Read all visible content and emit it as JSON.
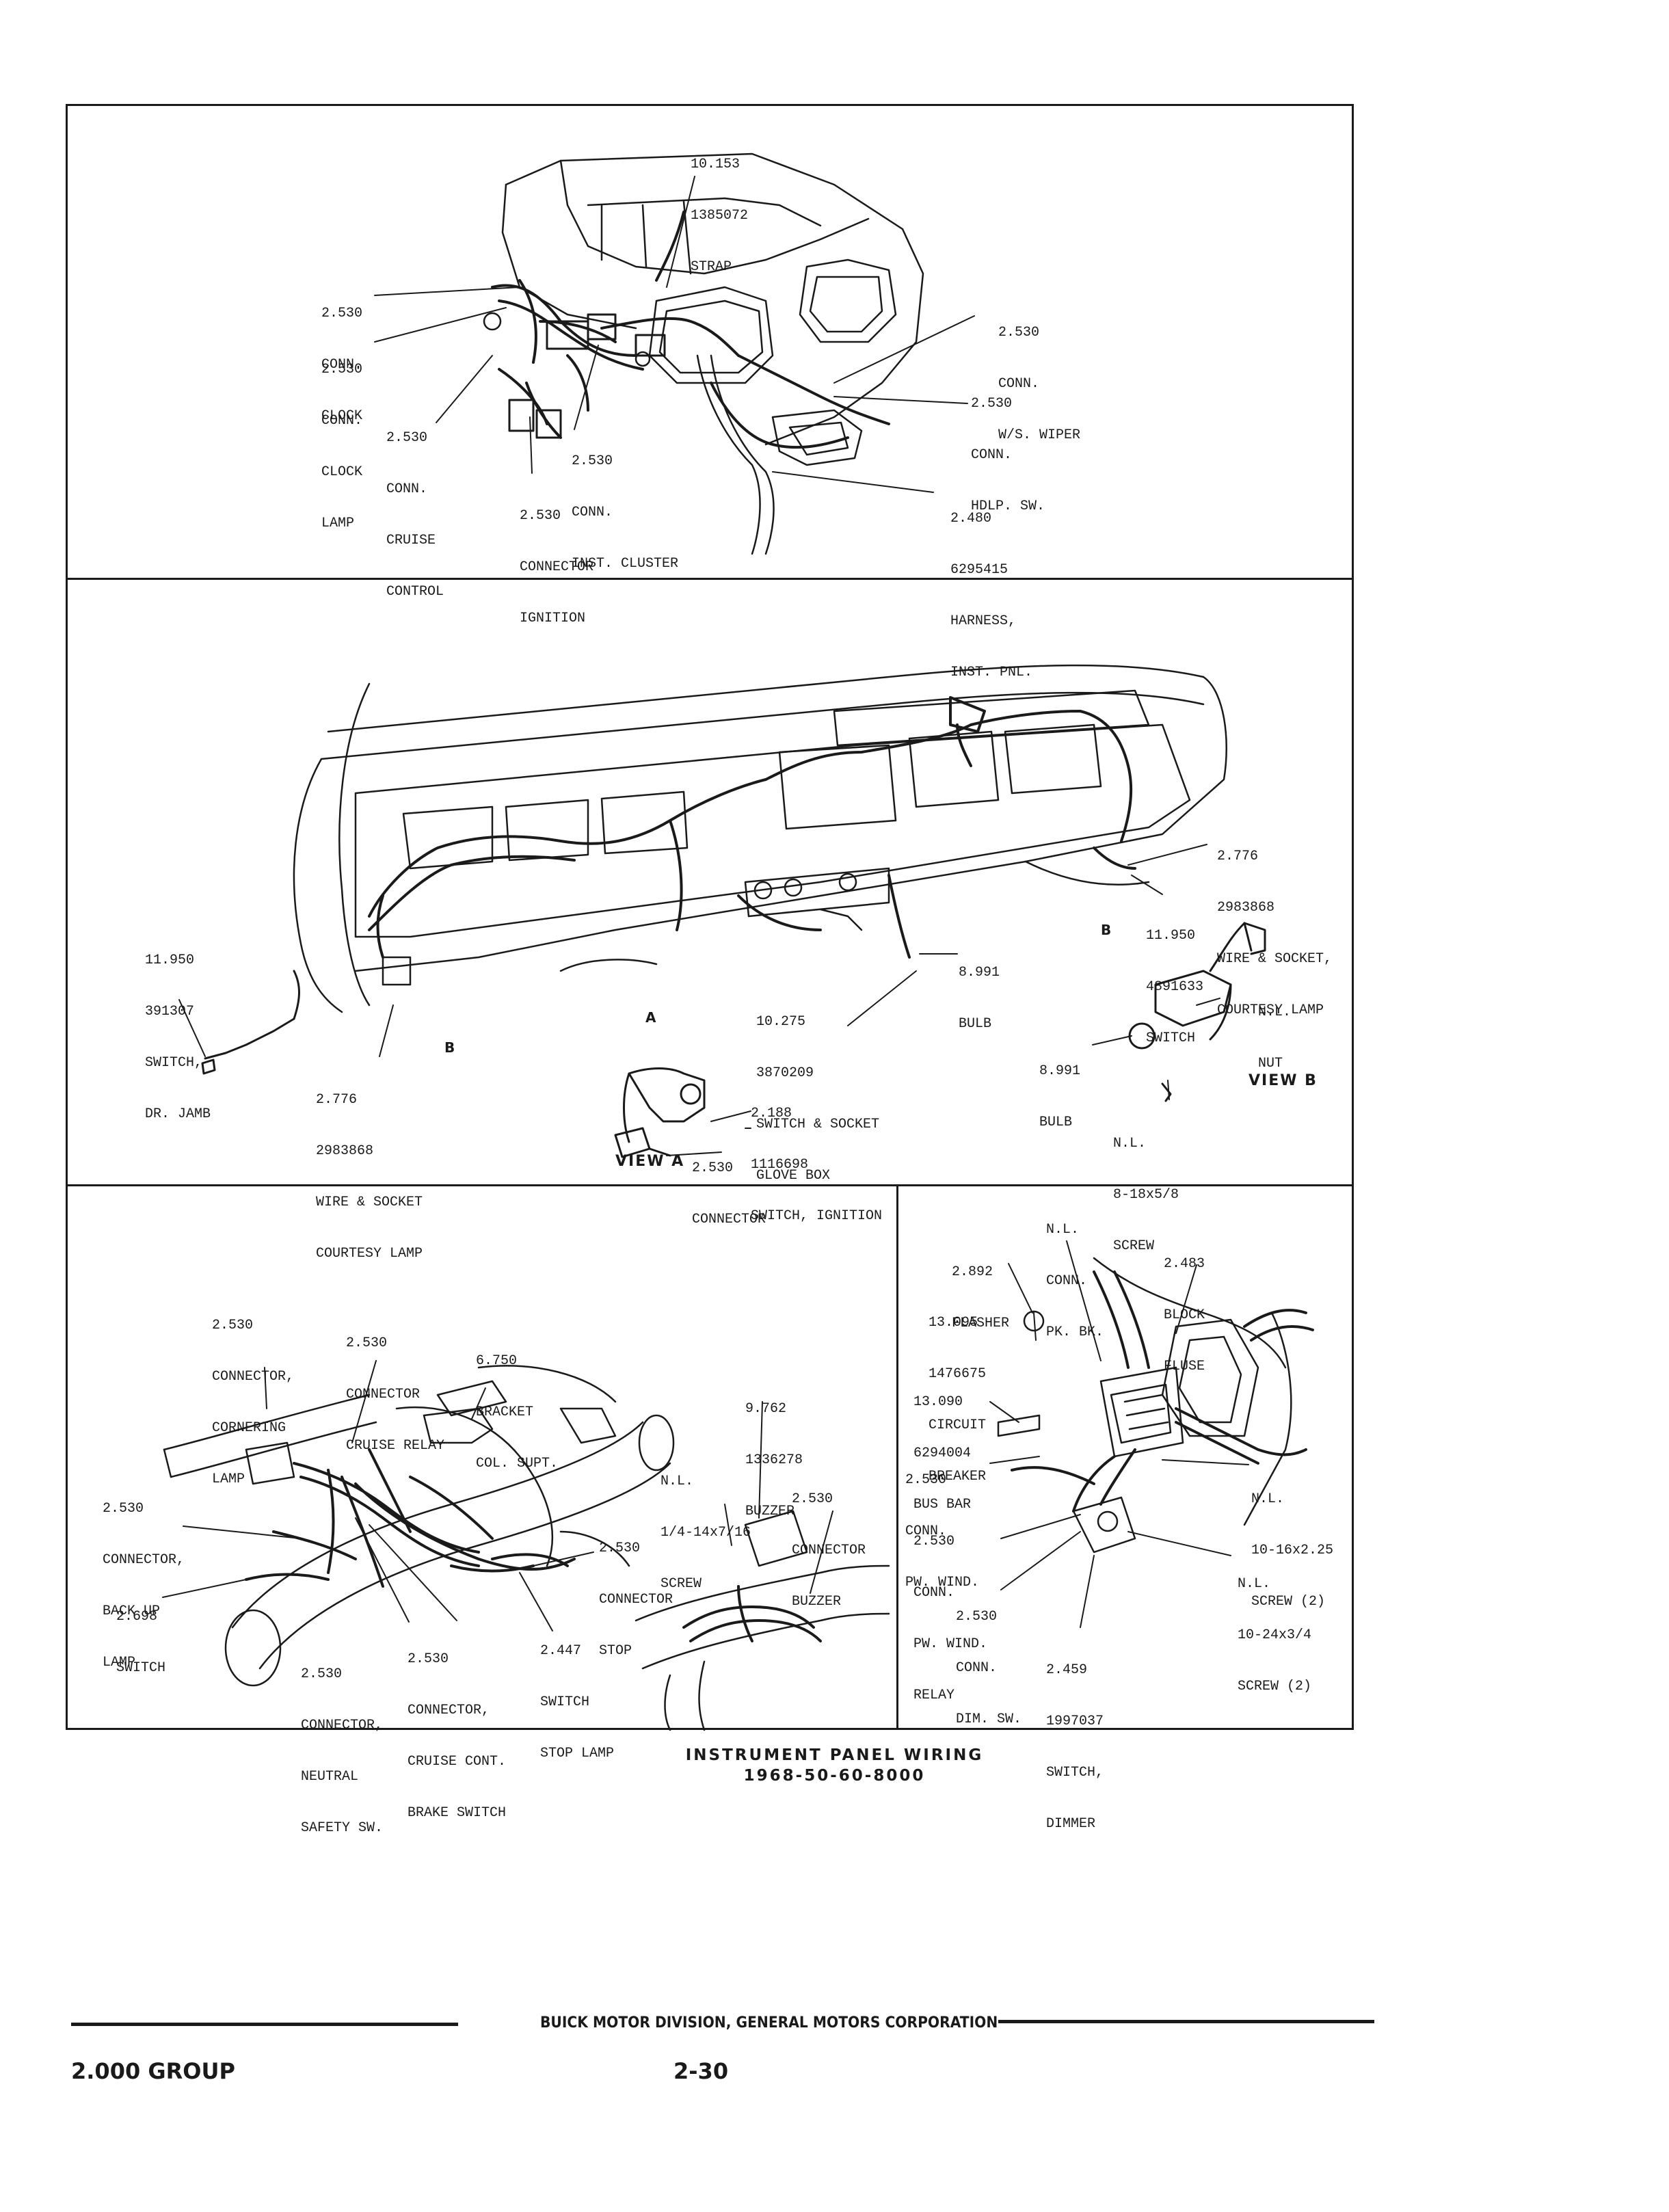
{
  "panel1": {
    "strap": [
      "10.153",
      "1385072",
      "STRAP"
    ],
    "conn_clock": [
      "2.530",
      "CONN.",
      "CLOCK"
    ],
    "conn_clock_lamp": [
      "2.530",
      "CONN.",
      "CLOCK",
      "LAMP"
    ],
    "conn_cruise": [
      "2.530",
      "CONN.",
      "CRUISE",
      "CONTROL"
    ],
    "conn_cluster": [
      "2.530",
      "CONN.",
      "INST. CLUSTER"
    ],
    "conn_ignition": [
      "2.530",
      "CONNECTOR",
      "IGNITION"
    ],
    "conn_wiper": [
      "2.530",
      "CONN.",
      "W/S. WIPER"
    ],
    "conn_hdlp": [
      "2.530",
      "CONN.",
      "HDLP. SW."
    ],
    "harness": [
      "2.480",
      "6295415",
      "HARNESS,",
      "INST. PNL."
    ]
  },
  "panel2": {
    "dr_jamb": [
      "11.950",
      "391307",
      "SWITCH,",
      "DR. JAMB"
    ],
    "courtesy_left": [
      "2.776",
      "2983868",
      "WIRE & SOCKET",
      "COURTESY LAMP"
    ],
    "courtesy_right": [
      "2.776",
      "2983868",
      "WIRE & SOCKET,",
      "COURTESY LAMP"
    ],
    "switch_right": [
      "11.950",
      "4891633",
      "SWITCH"
    ],
    "bulb_center": [
      "8.991",
      "BULB"
    ],
    "glove_box": [
      "10.275",
      "3870209",
      "SWITCH & SOCKET",
      "GLOVE BOX"
    ],
    "ignition_switch": [
      "2.188",
      "1116698",
      "SWITCH, IGNITION"
    ],
    "connector_a": [
      "2.530",
      "CONNECTOR"
    ],
    "nut": [
      "N.L.",
      "NUT"
    ],
    "bulb_b": [
      "8.991",
      "BULB"
    ],
    "screw_b": [
      "N.L.",
      "8-18x5/8",
      "SCREW"
    ],
    "letter_a": "A",
    "letter_b_left": "B",
    "letter_b_right": "B",
    "view_a": "VIEW A",
    "view_b": "VIEW B"
  },
  "panel3": {
    "cornering": [
      "2.530",
      "CONNECTOR,",
      "CORNERING",
      "LAMP"
    ],
    "cruise_relay": [
      "2.530",
      "CONNECTOR",
      "CRUISE RELAY"
    ],
    "bracket": [
      "6.750",
      "BRACKET",
      "COL. SUPT."
    ],
    "buzzer": [
      "9.762",
      "1336278",
      "BUZZER"
    ],
    "screw_buzzer": [
      "N.L.",
      "1/4-14x7/16",
      "SCREW"
    ],
    "conn_buzzer": [
      "2.530",
      "CONNECTOR",
      "BUZZER"
    ],
    "back_up": [
      "2.530",
      "CONNECTOR,",
      "BACK UP",
      "LAMP"
    ],
    "conn_stop": [
      "2.530",
      "CONNECTOR",
      "STOP"
    ],
    "switch_698": [
      "2.698",
      "SWITCH"
    ],
    "neutral": [
      "2.530",
      "CONNECTOR,",
      "NEUTRAL",
      "SAFETY SW."
    ],
    "brake": [
      "2.530",
      "CONNECTOR,",
      "CRUISE CONT.",
      "BRAKE SWITCH"
    ],
    "stop_lamp": [
      "2.447",
      "SWITCH",
      "STOP LAMP"
    ]
  },
  "panel4": {
    "pk_bk": [
      "N.L.",
      "CONN.",
      "PK. BK."
    ],
    "flasher": [
      "2.892",
      "FLASHER"
    ],
    "block_fuse": [
      "2.483",
      "BLOCK",
      "FLUSE"
    ],
    "circuit_breaker": [
      "13.095",
      "1476675",
      "CIRCUIT",
      "BREAKER"
    ],
    "bus_bar": [
      "13.090",
      "6294004",
      "BUS BAR"
    ],
    "pw_wind": [
      "2.530",
      "CONN.",
      "PW. WIND."
    ],
    "screw_16": [
      "N.L.",
      "10-16x2.25",
      "SCREW (2)"
    ],
    "pw_relay": [
      "2.530",
      "CONN.",
      "PW. WIND.",
      "RELAY"
    ],
    "screw_24": [
      "N.L.",
      "10-24x3/4",
      "SCREW (2)"
    ],
    "dim_sw": [
      "2.530",
      "CONN.",
      "DIM. SW."
    ],
    "dimmer": [
      "2.459",
      "1997037",
      "SWITCH,",
      "DIMMER"
    ]
  },
  "caption": {
    "title": "INSTRUMENT PANEL WIRING",
    "code": "1968-50-60-8000"
  },
  "footer": {
    "division": "BUICK MOTOR DIVISION, GENERAL MOTORS CORPORATION",
    "group": "2.000 GROUP",
    "page": "2-30"
  }
}
